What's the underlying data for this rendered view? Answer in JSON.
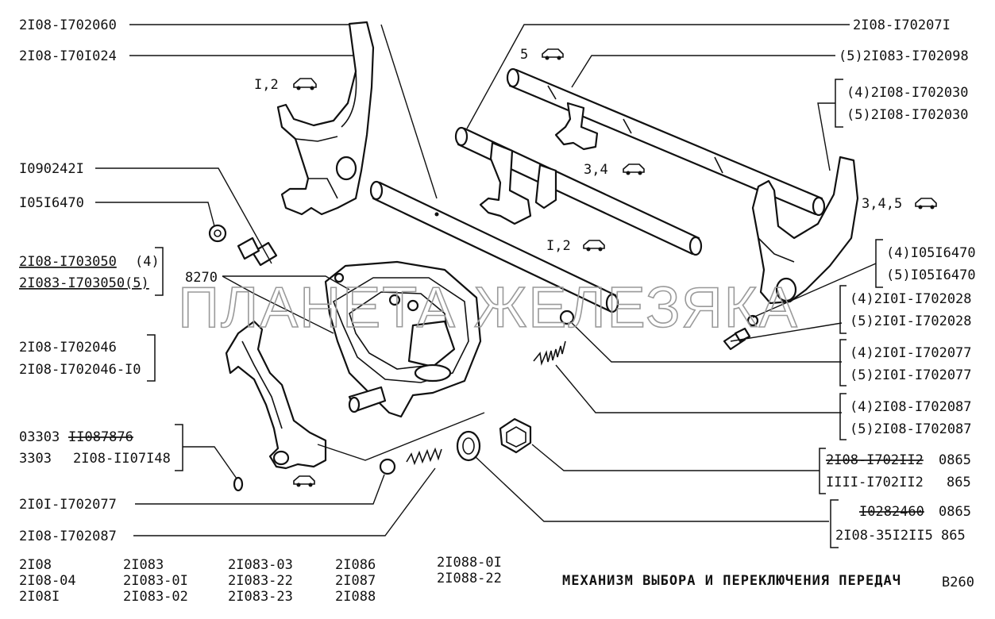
{
  "diagram": {
    "title": "МЕХАНИЗМ ВЫБОРА И ПЕРЕКЛЮЧЕНИЯ ПЕРЕДАЧ",
    "page_code": "B260",
    "watermark": "ПЛАНЕТА ЖЕЛЕЗЯКА",
    "gear_labels": {
      "g12_top": "I,2",
      "g5": "5",
      "g34": "3,4",
      "g345": "3,4,5",
      "g12_mid": "I,2"
    },
    "left_labels": {
      "l1": "2I08-I702060",
      "l2": "2I08-I70I024",
      "l3": "I090242I",
      "l4": "I05I6470",
      "l5a": "2I08-I703050",
      "l5a_suffix": "(4)",
      "l5b": "2I083-I703050(5)",
      "l5c": "8270",
      "l6a": "2I08-I702046",
      "l6b": "2I08-I702046-I0",
      "l7a_prefix": "03303",
      "l7a": "II087876",
      "l7b_prefix": "3303",
      "l7b": "2I08-II07I48",
      "l8": "2I0I-I702077",
      "l9": "2I08-I702087"
    },
    "right_labels": {
      "r1": "2I08-I70207I",
      "r2": "(5)2I083-I702098",
      "r3a": "(4)2I08-I702030",
      "r3b": "(5)2I08-I702030",
      "r4a": "(4)I05I6470",
      "r4b": "(5)I05I6470",
      "r5a": "(4)2I0I-I702028",
      "r5b": "(5)2I0I-I702028",
      "r6a": "(4)2I0I-I702077",
      "r6b": "(5)2I0I-I702077",
      "r7a": "(4)2I08-I702087",
      "r7b": "(5)2I08-I702087",
      "r8a": "2I08-I702II2",
      "r8a_suffix": "0865",
      "r8b": "IIII-I702II2",
      "r8b_suffix": "865",
      "r9a": "I0282460",
      "r9a_suffix": "0865",
      "r9b": "2I08-35I2II5 865"
    },
    "models": [
      [
        "2I08",
        "2I08-04",
        "2I08I"
      ],
      [
        "2I083",
        "2I083-0I",
        "2I083-02"
      ],
      [
        "2I083-03",
        "2I083-22",
        "2I083-23"
      ],
      [
        "2I086",
        "2I087",
        "2I088"
      ],
      [
        "2I088-0I",
        "2I088-22"
      ]
    ]
  }
}
